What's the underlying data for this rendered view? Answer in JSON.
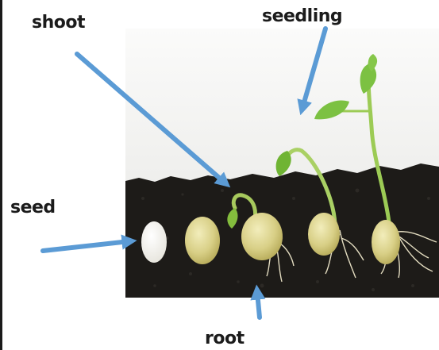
{
  "diagram": {
    "labels": {
      "shoot": "shoot",
      "seedling": "seedling",
      "seed": "seed",
      "root": "root"
    },
    "colors": {
      "arrow": "#5b9bd5",
      "soil": "#1c1a17",
      "seed": "#d9d28a",
      "leaf": "#7cc142",
      "stem": "#a9d064"
    },
    "stages": [
      "seed",
      "swelling-seed",
      "shoot-emerging",
      "hooked-seedling",
      "young-seedling"
    ]
  }
}
